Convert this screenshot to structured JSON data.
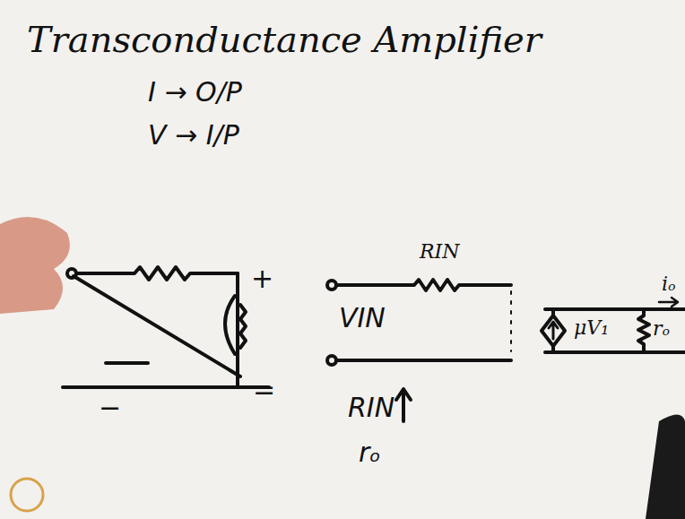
{
  "diagram": {
    "title": "Transconductance Amplifier",
    "labels": [
      "I → O/P",
      "V → I/P",
      "+",
      "−",
      "=",
      "RIN",
      "VIN",
      "RIN",
      "rₒ",
      "μV₁",
      "rₒ",
      "iₒ"
    ]
  }
}
